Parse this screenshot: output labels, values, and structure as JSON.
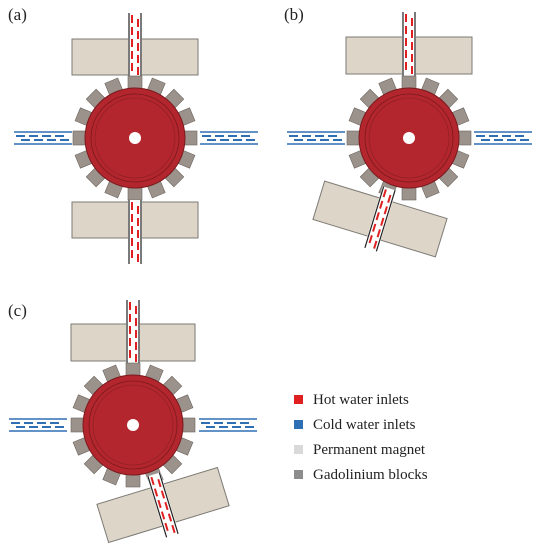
{
  "panels": [
    {
      "label": "(a)",
      "config": "bottom-magnet-aligned",
      "bottom_magnet_rotation_deg": 0
    },
    {
      "label": "(b)",
      "config": "bottom-magnet-rotated",
      "bottom_magnet_rotation_deg": 17
    },
    {
      "label": "(c)",
      "config": "bottom-magnet-rotated",
      "bottom_magnet_rotation_deg": -17
    }
  ],
  "legend": [
    {
      "key": "hot",
      "label": "Hot water inlets",
      "color": "#e02020"
    },
    {
      "key": "cold",
      "label": "Cold water inlets",
      "color": "#2f6fb3"
    },
    {
      "key": "magnet",
      "label": "Permanent magnet",
      "color": "#d9d9d9"
    },
    {
      "key": "gadolinium",
      "label": "Gadolinium blocks",
      "color": "#8c8c8c"
    }
  ],
  "colors": {
    "wheel": "#b3262d",
    "wheel_ring": "#7a1a1e",
    "gd_block": "#9b928b",
    "magnet": "#dcd5c8",
    "magnet_edge": "#7d7a75",
    "hot_dash": "#e02020",
    "cold_line": "#2f6fb3",
    "pipe_line": "#222222"
  }
}
